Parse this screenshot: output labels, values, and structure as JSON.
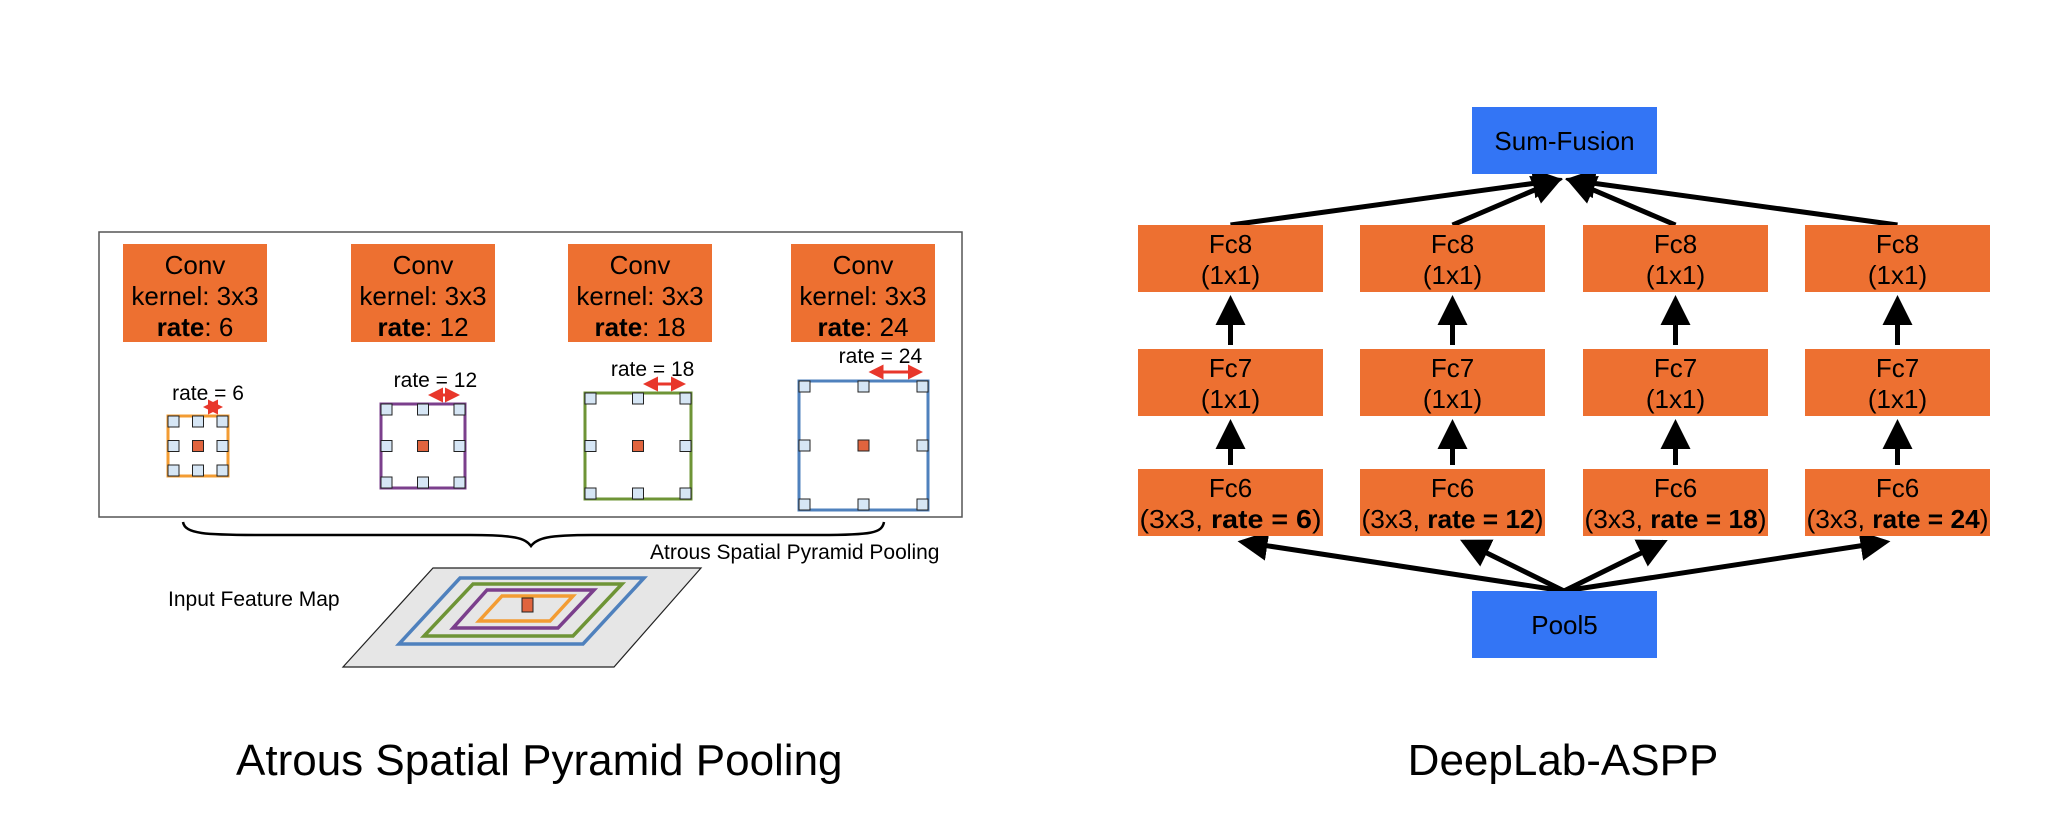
{
  "colors": {
    "block_orange": "#ED7031",
    "block_blue": "#3375F5",
    "center_pixel": "#E0643E",
    "sample_pixel": "#D6E6F5",
    "rate_arrow": "#E8372B",
    "ring_colors": [
      "#F39C33",
      "#7B3F8C",
      "#6E9436",
      "#4F81BD"
    ],
    "feature_map_fill": "#E6E6E6"
  },
  "left_panel": {
    "title": "Atrous Spatial Pyramid Pooling",
    "brace_label": "Atrous Spatial Pyramid Pooling",
    "input_label": "Input Feature Map",
    "branches": [
      {
        "line1": "Conv",
        "line2": "kernel: 3x3",
        "rate_key": "rate",
        "rate_value": ": 6",
        "grid_label": "rate = 6"
      },
      {
        "line1": "Conv",
        "line2": "kernel: 3x3",
        "rate_key": "rate",
        "rate_value": ": 12",
        "grid_label": "rate = 12"
      },
      {
        "line1": "Conv",
        "line2": "kernel: 3x3",
        "rate_key": "rate",
        "rate_value": ": 18",
        "grid_label": "rate = 18"
      },
      {
        "line1": "Conv",
        "line2": "kernel: 3x3",
        "rate_key": "rate",
        "rate_value": ": 24",
        "grid_label": "rate = 24"
      }
    ]
  },
  "right_panel": {
    "title": "DeepLab-ASPP",
    "top_node": "Sum-Fusion",
    "bottom_node": "Pool5",
    "branches": [
      {
        "fc8": "Fc8",
        "fc8_sub": "(1x1)",
        "fc7": "Fc7",
        "fc7_sub": "(1x1)",
        "fc6": "Fc6",
        "fc6_pre": "(3x3, ",
        "fc6_rate": "rate = 6",
        "fc6_post": ")"
      },
      {
        "fc8": "Fc8",
        "fc8_sub": "(1x1)",
        "fc7": "Fc7",
        "fc7_sub": "(1x1)",
        "fc6": "Fc6",
        "fc6_pre": "(3x3, ",
        "fc6_rate": "rate = 12",
        "fc6_post": ")"
      },
      {
        "fc8": "Fc8",
        "fc8_sub": "(1x1)",
        "fc7": "Fc7",
        "fc7_sub": "(1x1)",
        "fc6": "Fc6",
        "fc6_pre": "(3x3, ",
        "fc6_rate": "rate = 18",
        "fc6_post": ")"
      },
      {
        "fc8": "Fc8",
        "fc8_sub": "(1x1)",
        "fc7": "Fc7",
        "fc7_sub": "(1x1)",
        "fc6": "Fc6",
        "fc6_pre": "(3x3, ",
        "fc6_rate": "rate = 24",
        "fc6_post": ")"
      }
    ]
  }
}
